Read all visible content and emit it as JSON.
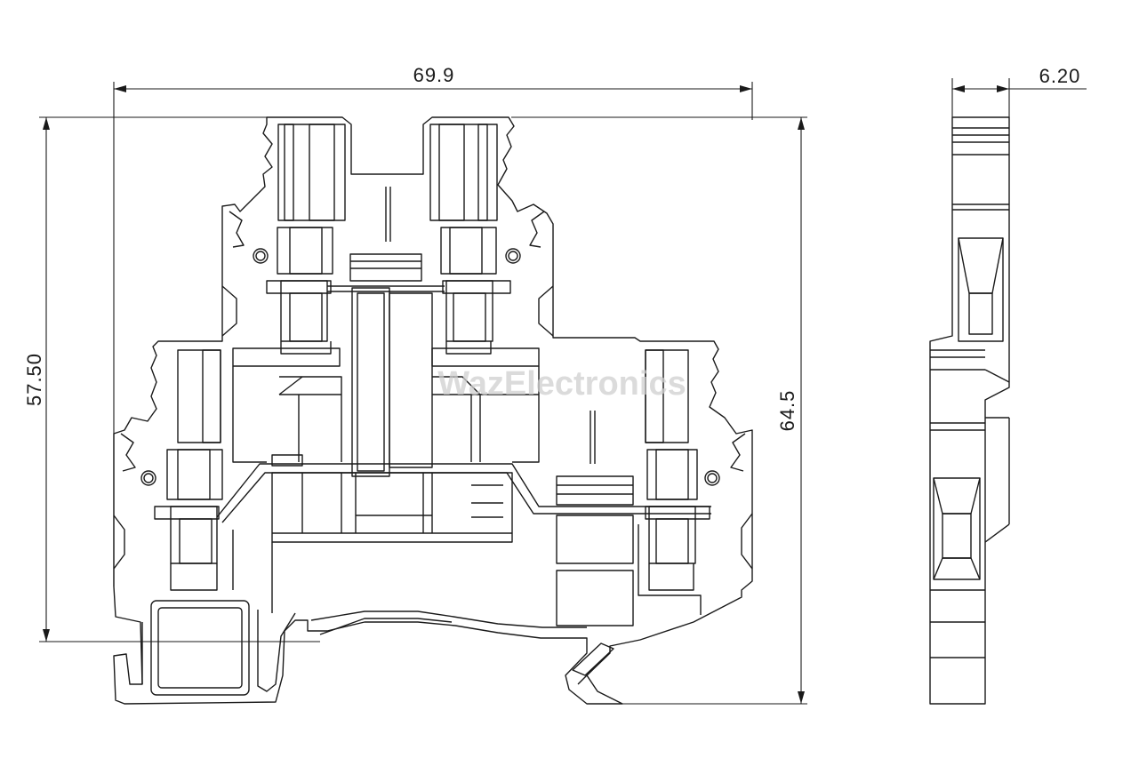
{
  "dimensions": {
    "width_front": "69.9",
    "height_body": "57.50",
    "height_total": "64.5",
    "width_side": "6.20"
  },
  "watermark": "WazElectronics"
}
